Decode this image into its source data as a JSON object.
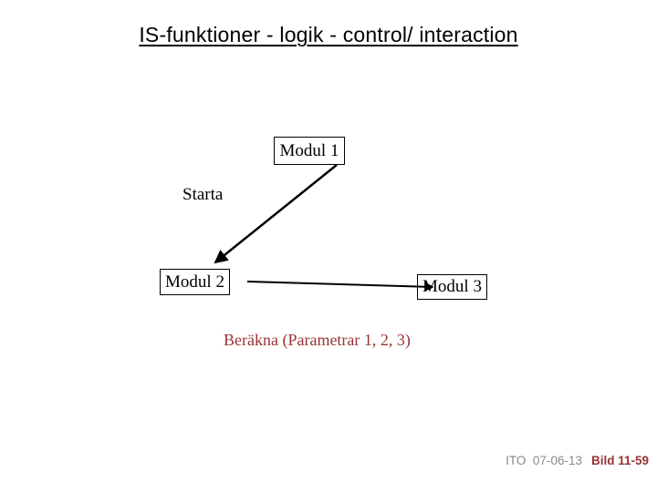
{
  "slide": {
    "title": "IS-funktioner - logik - control/ interaction",
    "diagram": {
      "modul1_label": "Modul 1",
      "modul2_label": "Modul 2",
      "modul3_label": "Modul 3",
      "starta_label": "Starta",
      "berakna_label": "Beräkna (Parametrar 1, 2, 3)",
      "connectors": [
        {
          "name": "arrow-modul1-to-modul2",
          "from": "Modul 1",
          "to": "Modul 2"
        },
        {
          "name": "arrow-modul2-to-modul3",
          "from": "Modul 2",
          "to": "Modul 3"
        }
      ]
    },
    "footer": {
      "left": "ITO  07-06-13",
      "right": "Bild 11-59"
    },
    "colors": {
      "text_black": "#000000",
      "accent_dark_red": "#993333",
      "footer_gray": "#8a8a8a",
      "background": "#ffffff"
    }
  }
}
